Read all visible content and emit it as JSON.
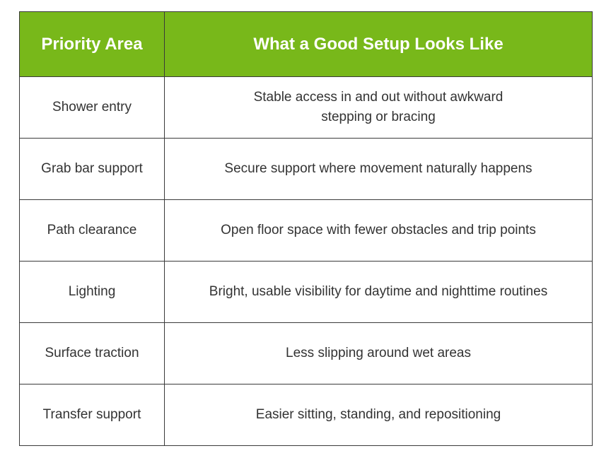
{
  "table": {
    "header_color": "#78b81a",
    "columns": [
      "Priority Area",
      "What a Good Setup Looks Like"
    ],
    "rows": [
      [
        "Shower entry",
        "Stable access in and out without awkward stepping or bracing"
      ],
      [
        "Grab bar support",
        "Secure support where movement naturally happens"
      ],
      [
        "Path clearance",
        "Open floor space with fewer obstacles and trip points"
      ],
      [
        "Lighting",
        "Bright, usable visibility for daytime and nighttime routines"
      ],
      [
        "Surface traction",
        "Less slipping around wet areas"
      ],
      [
        "Transfer support",
        "Easier sitting, standing, and repositioning"
      ]
    ]
  }
}
